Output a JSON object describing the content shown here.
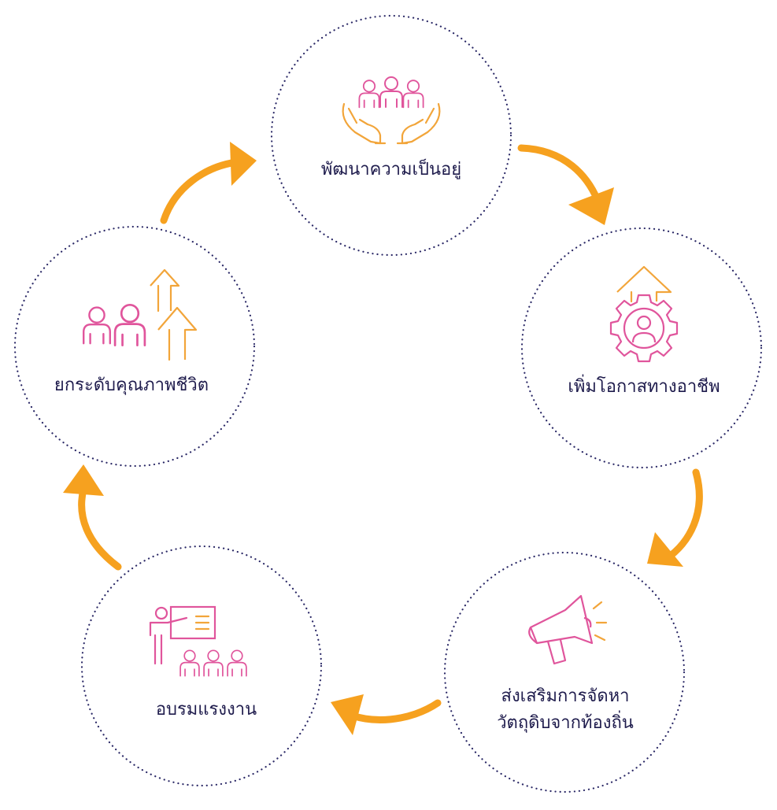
{
  "colors": {
    "text": "#1f1c4d",
    "dots": "#2a2866",
    "arrow": "#f6a11f",
    "pink": "#e0559c",
    "orange": "#f2a53a"
  },
  "nodes": [
    {
      "id": "n1",
      "label_lines": [
        "พัฒนาความเป็นอยู่"
      ],
      "icon": "community-care-icon"
    },
    {
      "id": "n2",
      "label_lines": [
        "เพิ่มโอกาสทางอาชีพ"
      ],
      "icon": "career-gear-icon"
    },
    {
      "id": "n3",
      "label_lines": [
        "ส่งเสริมการจัดหา",
        "วัตถุดิบจากท้องถิ่น"
      ],
      "icon": "megaphone-icon"
    },
    {
      "id": "n4",
      "label_lines": [
        "อบรมแรงงาน"
      ],
      "icon": "training-presentation-icon"
    },
    {
      "id": "n5",
      "label_lines": [
        "ยกระดับคุณภาพชีวิต"
      ],
      "icon": "growth-people-icon"
    }
  ]
}
